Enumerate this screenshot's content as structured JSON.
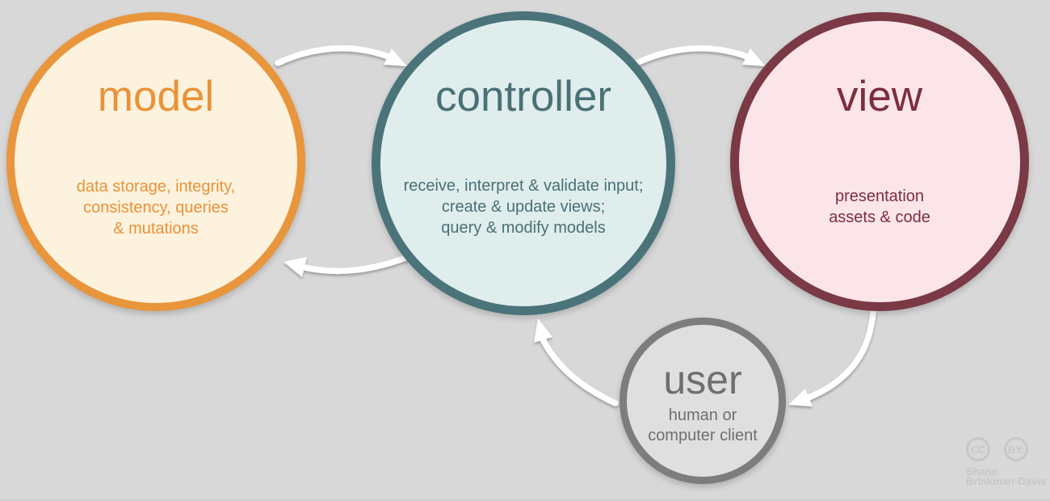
{
  "background": {
    "color": "#d8d8d8"
  },
  "diagram": {
    "type": "mvc-cycle-diagram",
    "nodes": [
      {
        "id": "model",
        "title": "model",
        "description": "data storage, integrity,\nconsistency, queries\n& mutations",
        "border_color": "#E8953C",
        "fill_color": "#FCF2DD",
        "text_color": "#EA9238"
      },
      {
        "id": "controller",
        "title": "controller",
        "description": "receive, interpret & validate input;\ncreate & update views;\nquery & modify models",
        "border_color": "#4A747A",
        "fill_color": "#DFEDEC",
        "text_color": "#497176"
      },
      {
        "id": "view",
        "title": "view",
        "description": "presentation\nassets & code",
        "border_color": "#7A3945",
        "fill_color": "#FBE5E9",
        "text_color": "#7C2E3F"
      },
      {
        "id": "user",
        "title": "user",
        "description": "human or\ncomputer client",
        "border_color": "#7D7D7D",
        "fill_color": "#DFDFDF",
        "text_color": "#6F6F6F"
      }
    ],
    "arrows": [
      {
        "from": "model",
        "to": "controller",
        "color": "#FFFFFF"
      },
      {
        "from": "controller",
        "to": "view",
        "color": "#FFFFFF"
      },
      {
        "from": "controller",
        "to": "model",
        "color": "#FFFFFF"
      },
      {
        "from": "view",
        "to": "user",
        "color": "#FFFFFF"
      },
      {
        "from": "user",
        "to": "controller",
        "color": "#FFFFFF"
      }
    ]
  },
  "attribution": {
    "cc_badge": "CC",
    "by_badge": "BY:",
    "author_line1": "Shane",
    "author_line2": "Brinkman-Davis"
  }
}
